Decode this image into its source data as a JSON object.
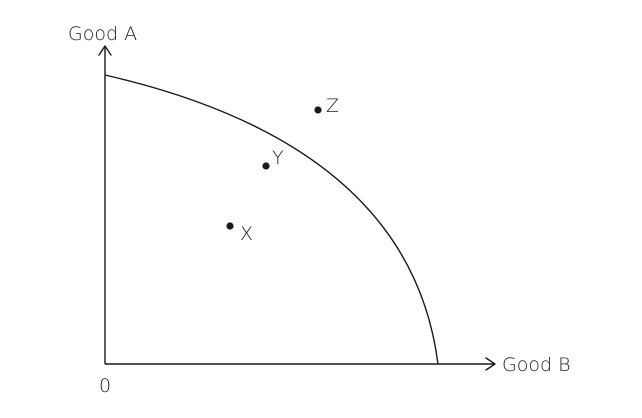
{
  "axes": {
    "y_label": "Good A",
    "x_label": "Good B",
    "origin_label": "0"
  },
  "points": [
    {
      "id": "x",
      "label": "X"
    },
    {
      "id": "y",
      "label": "Y"
    },
    {
      "id": "z",
      "label": "Z"
    }
  ],
  "colors": {
    "ink": "#1a1a1a"
  }
}
